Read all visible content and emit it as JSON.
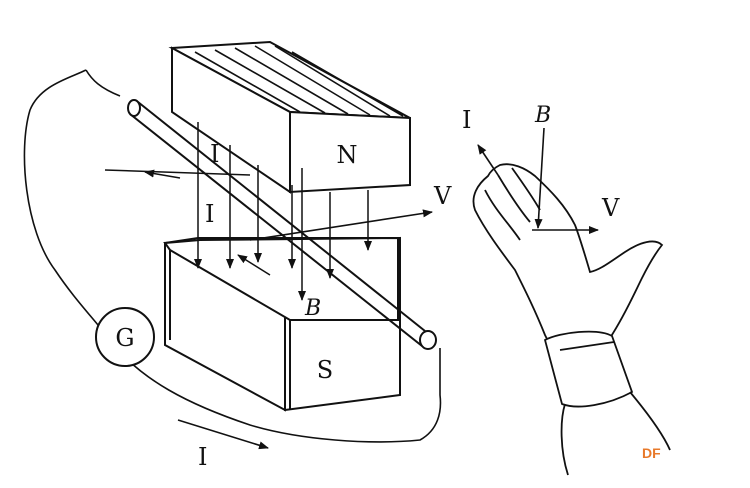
{
  "labels": {
    "north": "N",
    "south": "S",
    "galvanometer": "G",
    "field": "B",
    "velocity": "V",
    "current": "I"
  },
  "hand_labels": {
    "field": "B",
    "velocity": "V",
    "current": "I"
  },
  "watermark": {
    "text": "DF",
    "color": "#e8792a"
  }
}
